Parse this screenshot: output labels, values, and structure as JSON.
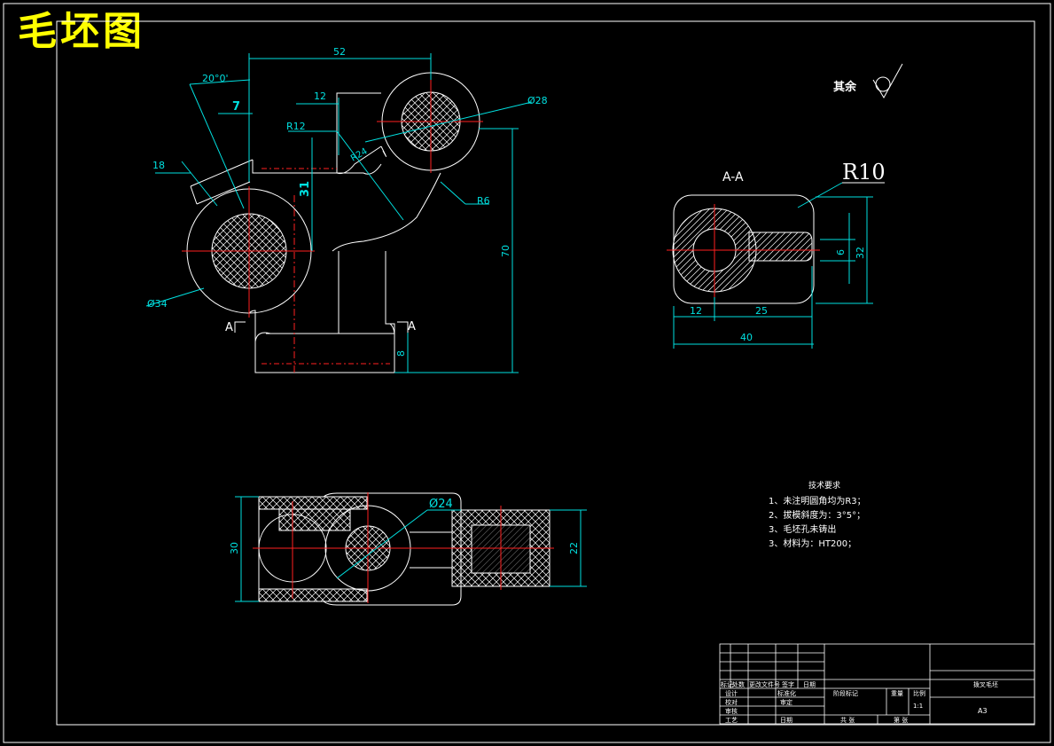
{
  "drawing": {
    "title": "毛坯图",
    "surface_note": "其余",
    "front_view": {
      "dims": {
        "d52": "52",
        "d12": "12",
        "d7": "7",
        "a20": "20°0'",
        "d18": "18",
        "r12": "R12",
        "d31": "31",
        "d28": "Ø28",
        "r6": "R6",
        "d70": "70",
        "d34": "Ø34",
        "d8": "8",
        "r24": "R24"
      },
      "section_mark_left": "A",
      "section_mark_right": "A"
    },
    "section_view": {
      "label": "A-A",
      "r10": "R10",
      "dims": {
        "d6": "6",
        "d32": "32",
        "d12": "12",
        "d25": "25",
        "d40": "40"
      }
    },
    "bottom_view": {
      "dims": {
        "d24": "Ø24",
        "d30": "30",
        "d22": "22"
      }
    },
    "tech_requirements": {
      "heading": "技术要求",
      "items": [
        "1、未注明圆角均为R3；",
        "2、拔模斜度为：3°5°；",
        "3、毛坯孔未铸出",
        "3、材料为：HT200；"
      ]
    },
    "title_block": {
      "row_labels": [
        "标记",
        "处数",
        "更改文件号",
        "签字",
        "日期"
      ],
      "design": "设计",
      "standardize": "标准化",
      "check": "校对",
      "review": "审定",
      "audit": "审核",
      "process": "工艺",
      "date": "日期",
      "stage": "阶段标记",
      "weight": "重量",
      "scale": "比例",
      "scale_value": "1:1",
      "total": "共 张",
      "sheet": "第 张",
      "name": "拨叉毛坯",
      "format": "A3"
    }
  }
}
